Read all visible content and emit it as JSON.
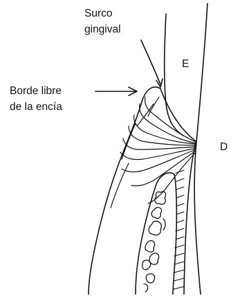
{
  "labels": {
    "surco_line1": "Surco",
    "surco_line2": "gingival",
    "borde_line1": "Borde libre",
    "borde_line2": "de la encía",
    "e": "E",
    "d": "D"
  },
  "colors": {
    "ink": "#111111",
    "background": "#ffffff"
  }
}
